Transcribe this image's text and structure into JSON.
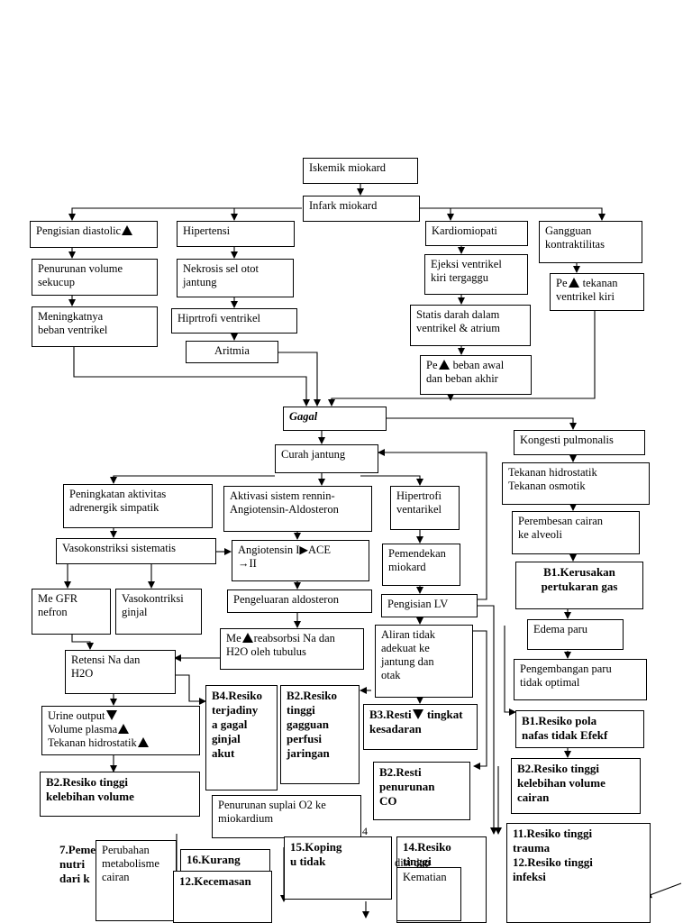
{
  "nodes": {
    "iskemik": "Iskemik miokard",
    "infark": "Infark miokard",
    "pengisian_diastolic": "Pengisian diastolic",
    "hipertensi": "Hipertensi",
    "kardiomiopati": "Kardiomiopati",
    "gangguan_kontraktilitas": "Gangguan\nkontraktilitas",
    "penurunan_volume": "Penurunan volume\nsekucup",
    "nekrosis": "Nekrosis sel otot\njantung",
    "ejeksi": "Ejeksi ventrikel\nkiri tergaggu",
    "pe_tekanan_a": "Pe",
    "pe_tekanan_b": " tekanan\nventrikel kiri",
    "meningkatnya": "Meningkatnya\nbeban ventrikel",
    "hiprtrofi": "Hiprtrofi ventrikel",
    "statis": "Statis darah dalam\nventrikel & atrium",
    "aritmia": "Aritmia",
    "pe_beban_a": "Pe",
    "pe_beban_b": " beban awal\ndan beban akhir",
    "gagal": "Gagal",
    "kongesti": "Kongesti pulmonalis",
    "curah": "Curah jantung",
    "tekanan_hidrostatik": "Tekanan hidrostatik\nTekanan osmotik",
    "peningkatan_aktivitas": "Peningkatan aktivitas\nadrenergik simpatik",
    "aktivasi": "Aktivasi sistem rennin-\nAngiotensin-Aldosteron",
    "hipertrofi_ventarikel": "Hipertrofi\nventarikel",
    "perembesan": "Perembesan cairan\nke alveoli",
    "vasokonstriksi": "Vasokonstriksi sistematis",
    "angiotensin_a": "Angiotensin I",
    "angiotensin_b": "ACE",
    "angiotensin_c": "II",
    "pemendekan": "Pemendekan\nmiokard",
    "b1_kerusakan": "B1.Kerusakan\npertukaran gas",
    "me_gfr": "Me  GFR\nnefron",
    "vasokontriksi_ginjal": "Vasokontriksi\nginjal",
    "pengeluaran": "Pengeluaran aldosteron",
    "pengisian_lv": "Pengisian LV",
    "edema": "Edema paru",
    "me_reabsorbsi_a": "Me",
    "me_reabsorbsi_b": "reabsorbsi Na dan\nH2O oleh tubulus",
    "aliran": "Aliran tidak\nadekuat ke\njantung dan\notak",
    "retensi": "Retensi Na dan\nH2O",
    "pengembangan": "Pengembangan paru\ntidak optimal",
    "b4_resiko": "B4.Resiko\nterjadiny\na gagal\nginjal\nakut",
    "b2_perfusi": "B2.Resiko\ntinggi\ngagguan\nperfusi\njaringan",
    "urine_output_a": "Urine output",
    "urine_output_b": "Volume plasma",
    "urine_output_c": "Tekanan hidrostatik",
    "b3_resti_a": "B3.Resti",
    "b3_resti_b": " tingkat\nkesadaran",
    "b1_pola": "B1.Resiko pola\nnafas  tidak Efekf",
    "b2_resti_co": "B2.Resti\npenurunan\nCO",
    "b2_kelebihan_left": "B2.Resiko tinggi\nkelebihan volume",
    "b2_kelebihan_right": "B2.Resiko tinggi\nkelebihan volume\ncairan",
    "penurunan_suplai": "Penurunan suplai O2 ke\nmiokardium",
    "frag_7_pemen": "7.Pemen\nnutri\ndari k",
    "perubahan": "Perubahan\nmetabolisme\ncairan",
    "frag_16": "16.Kurang",
    "frag_12_kecemasan": "12.Kecemasan",
    "frag_15": "15.Koping\n          u tidak",
    "frag_14": "14.Resiko tinggi",
    "frag_disi": "disi dan",
    "frag_kematian": "Kematian",
    "frag_11": "11.Resiko tinggi\ntrauma\n12.Resiko tinggi\ninfeksi",
    "page_number": "4"
  }
}
